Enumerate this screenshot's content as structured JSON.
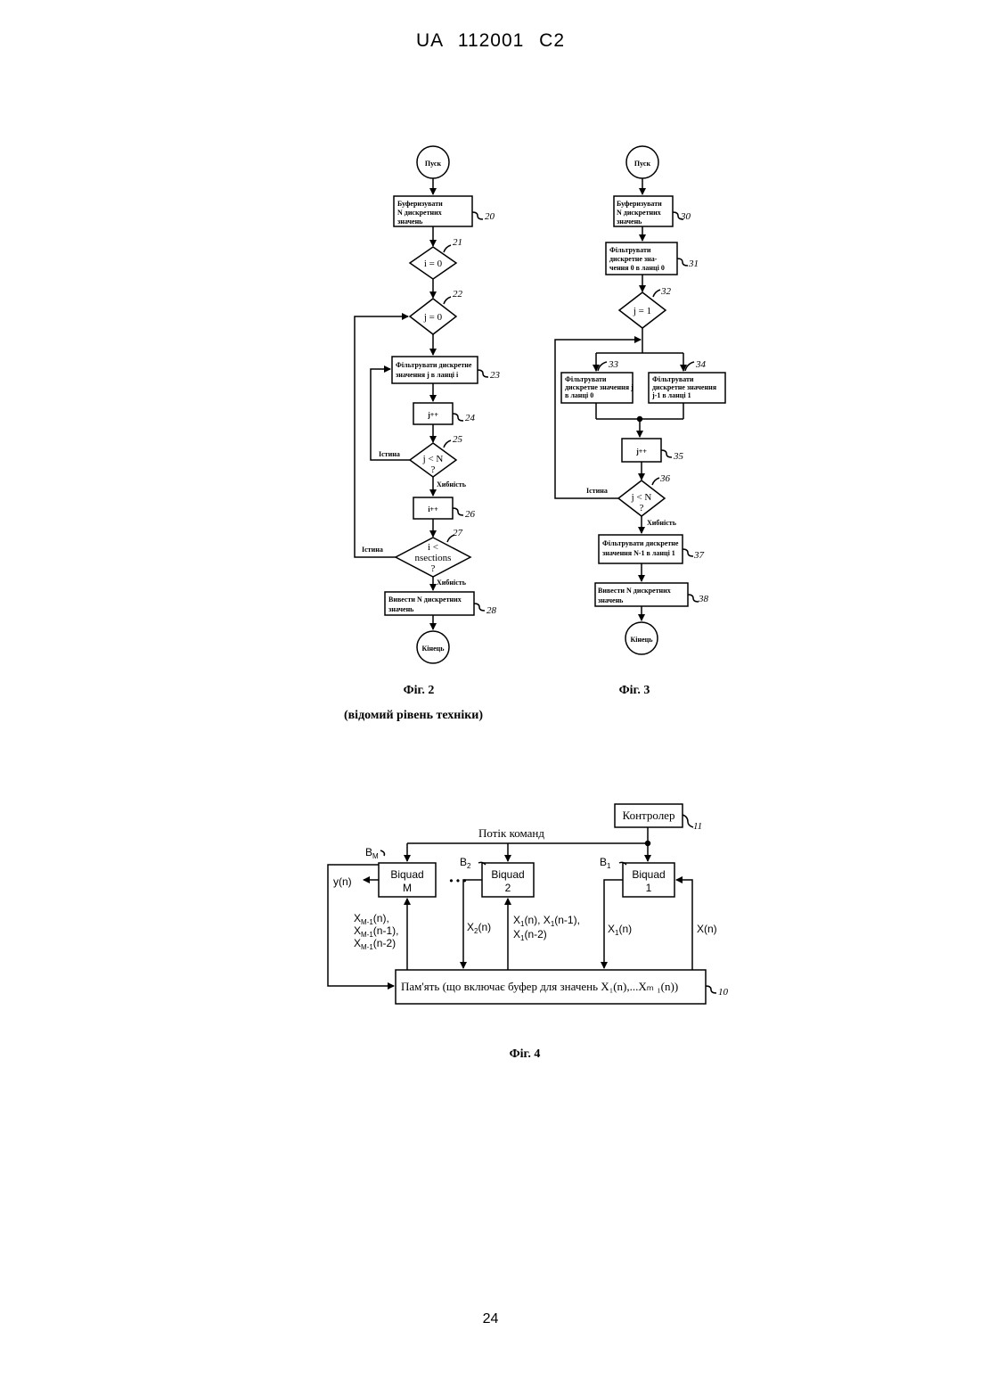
{
  "header": "UA 112001 C2",
  "page_number": "24",
  "fig2": {
    "start": "Пуск",
    "b20": [
      "Буферизувати",
      "N дискретних",
      "значень"
    ],
    "n20": "20",
    "d21": "i = 0",
    "n21": "21",
    "d22": "j = 0",
    "n22": "22",
    "b23": [
      "Фільтрувати дискретне",
      "значення j в ланці i"
    ],
    "n23": "23",
    "b24": "j++",
    "n24": "24",
    "d25": [
      "j < N",
      "?"
    ],
    "n25": "25",
    "true25": "Істина",
    "false25": "Хибність",
    "b26": "i++",
    "n26": "26",
    "d27": [
      "i <",
      "nsections",
      "?"
    ],
    "n27": "27",
    "true27": "Істина",
    "false27": "Хибність",
    "b28": [
      "Вивести N дискретних",
      "значень"
    ],
    "n28": "28",
    "end": "Кінець",
    "caption": "Фіг. 2",
    "subcaption": "(відомий рівень техніки)"
  },
  "fig3": {
    "start": "Пуск",
    "b30": [
      "Буферизувати",
      "N дискретних",
      "значень"
    ],
    "n30": "30",
    "b31": [
      "Фільтрувати",
      "дискретне зна-",
      "чення 0 в ланці 0"
    ],
    "n31": "31",
    "d32": "j = 1",
    "n32": "32",
    "b33": [
      "Фільтрувати",
      "дискретне значення j",
      "в ланці 0"
    ],
    "n33": "33",
    "b34": [
      "Фільтрувати",
      "дискретне значення",
      "j-1 в ланці 1"
    ],
    "n34": "34",
    "b35": "j++",
    "n35": "35",
    "d36": [
      "j < N",
      "?"
    ],
    "n36": "36",
    "true36": "Істина",
    "false36": "Хибність",
    "b37": [
      "Фільтрувати дискретне",
      "значення N-1 в ланці 1"
    ],
    "n37": "37",
    "b38": [
      "Вивести N дискретних",
      "значень"
    ],
    "n38": "38",
    "end": "Кінець",
    "caption": "Фіг. 3"
  },
  "fig4": {
    "controller": "Контролер",
    "n11": "11",
    "command_flow": "Потік команд",
    "bm_label": "B",
    "bm_sub": "M",
    "b2_label": "B",
    "b2_sub": "2",
    "b1_label": "B",
    "b1_sub": "1",
    "biquad_m": [
      "Biquad",
      "M"
    ],
    "biquad_2": [
      "Biquad",
      "2"
    ],
    "biquad_1": [
      "Biquad",
      "1"
    ],
    "dots": "• • •",
    "yn": "y(n)",
    "xm1": [
      "X",
      "M-1",
      "(n),",
      "(n-1),",
      "(n-2)"
    ],
    "x2n": [
      "X",
      "2",
      "(n)"
    ],
    "x1_hist": [
      "X",
      "1",
      "(n), X",
      "(n-1),",
      "(n-2)"
    ],
    "x1n": [
      "X",
      "1",
      "(n)"
    ],
    "xn": "X(n)",
    "memory": "Пам'ять (що включає буфер для значень X₁(n),...Xₘ ₁(n))",
    "n10": "10",
    "caption": "Фіг. 4"
  }
}
